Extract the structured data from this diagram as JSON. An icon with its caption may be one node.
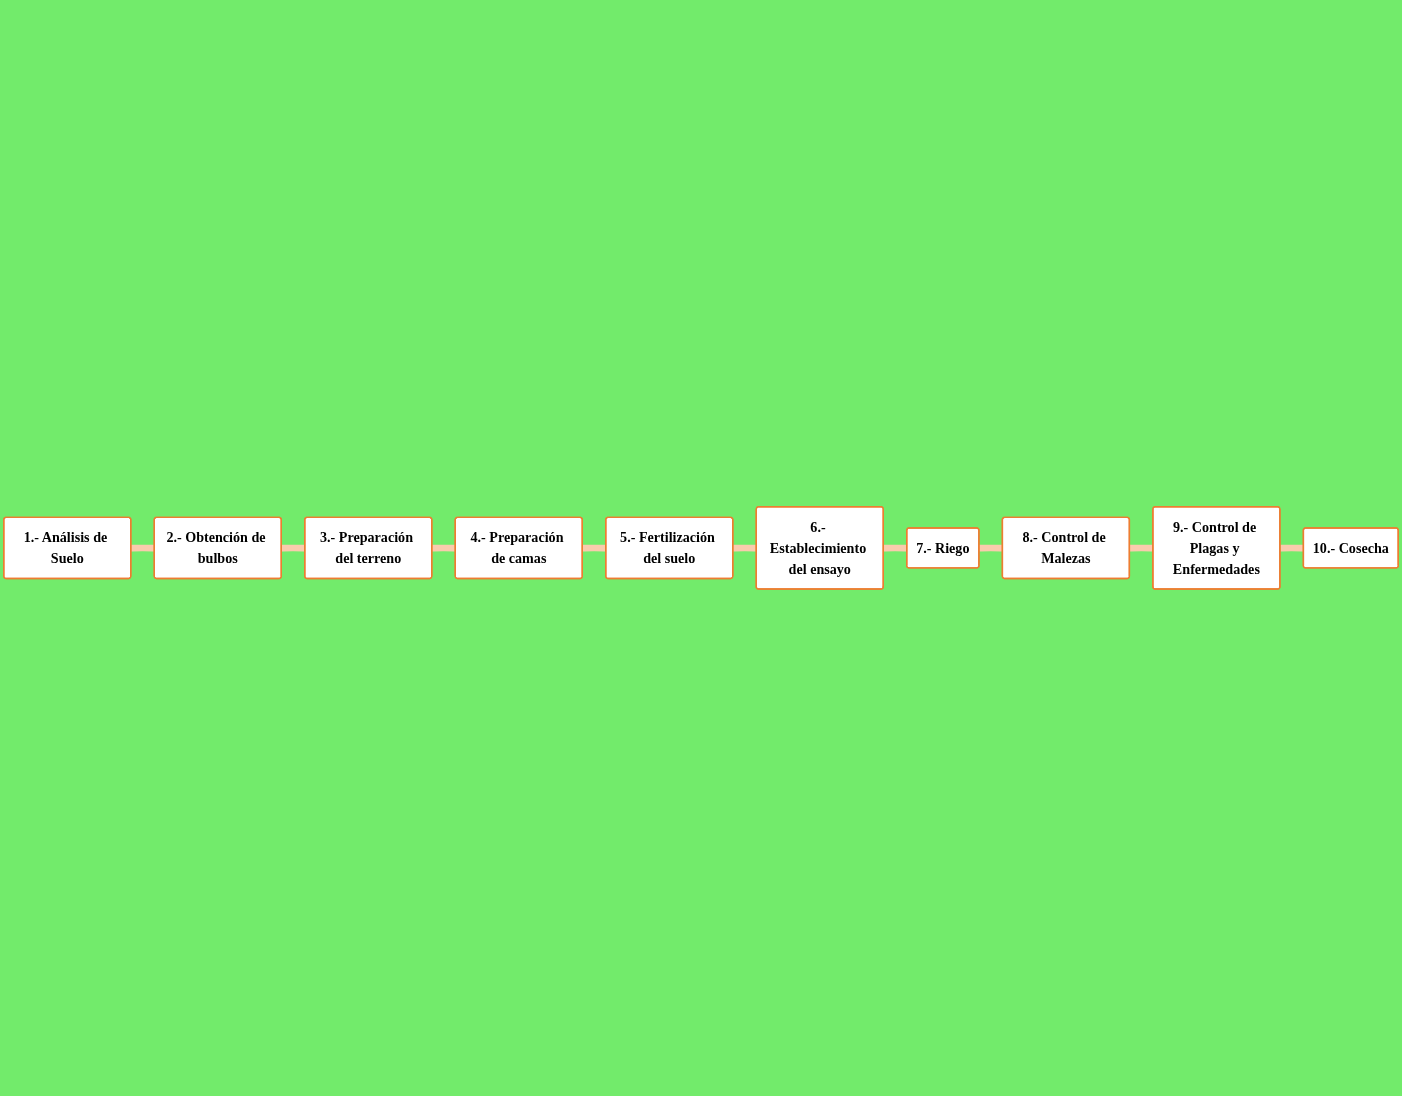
{
  "diagram": {
    "nodes": [
      {
        "text": [
          "1.- Análisis de Suelo"
        ]
      },
      {
        "text": [
          "2.- Obtención de bulbos"
        ]
      },
      {
        "text": [
          "3.- Preparación del terreno"
        ]
      },
      {
        "text": [
          "4.- Preparación de camas"
        ]
      },
      {
        "text": [
          "5.- Fertilización del suelo"
        ]
      },
      {
        "text": [
          "6.- Establecimiento del ensayo"
        ]
      },
      {
        "text": [
          "7.- Riego"
        ]
      },
      {
        "text": [
          "8.- Control de Malezas"
        ]
      },
      {
        "text": [
          "9.- Control de Plagas y Enfermedades"
        ]
      },
      {
        "text": [
          "10.- Cosecha"
        ]
      }
    ],
    "edges": [
      {
        "from": 0,
        "to": 1,
        "arrow": "none"
      },
      {
        "from": 1,
        "to": 2,
        "arrow": "none"
      },
      {
        "from": 2,
        "to": 3,
        "arrow": "none"
      },
      {
        "from": 3,
        "to": 4,
        "arrow": "none"
      },
      {
        "from": 4,
        "to": 5,
        "arrow": "none"
      },
      {
        "from": 5,
        "to": 6,
        "arrow": "none"
      },
      {
        "from": 6,
        "to": 7,
        "arrow": "none"
      },
      {
        "from": 7,
        "to": 8,
        "arrow": "none"
      },
      {
        "from": 8,
        "to": 9,
        "arrow": "none"
      }
    ]
  }
}
